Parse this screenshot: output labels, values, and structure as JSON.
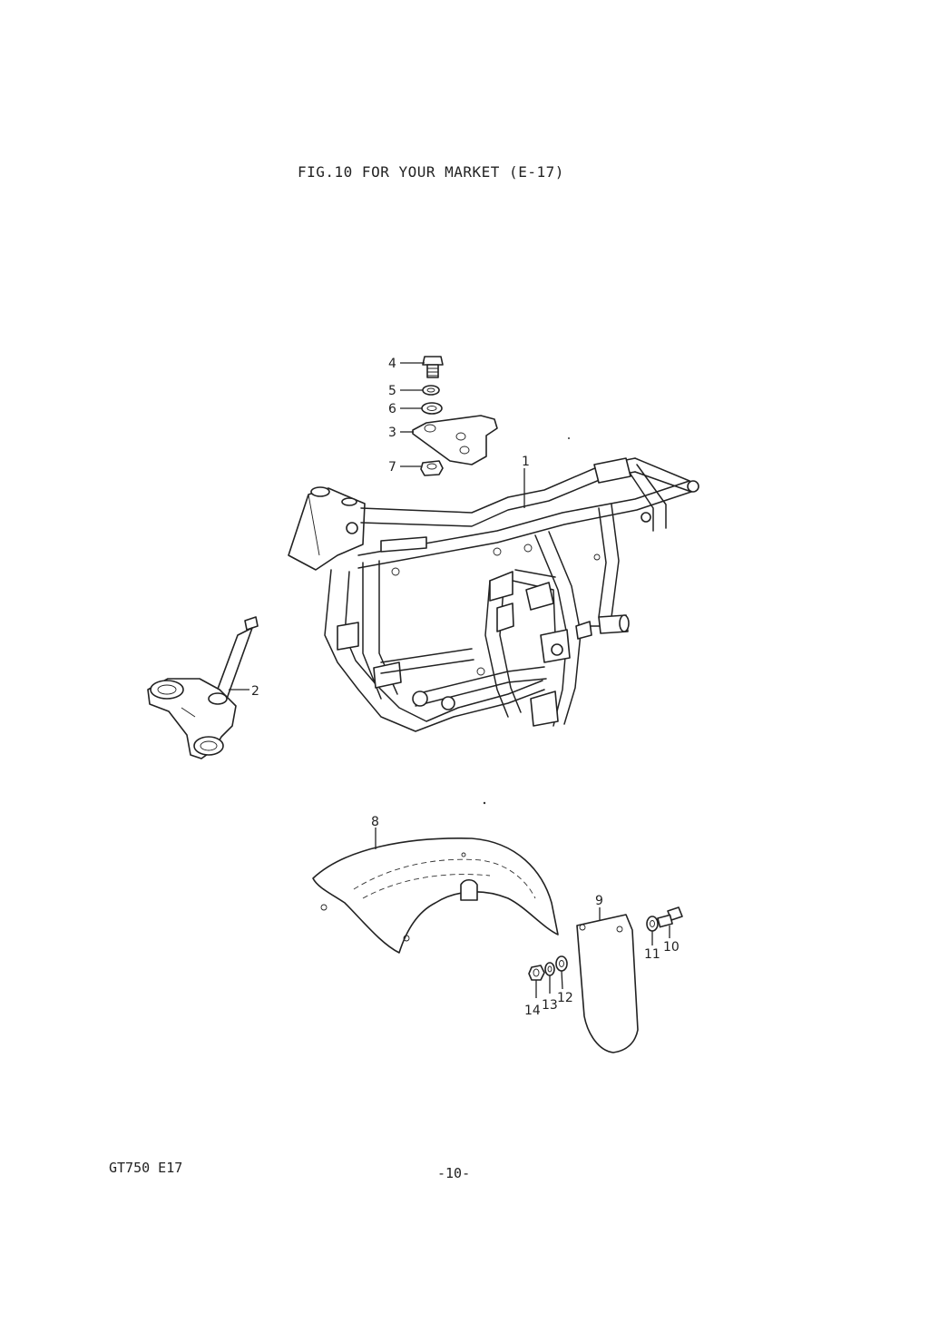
{
  "header": {
    "title": "FIG.10 FOR YOUR MARKET (E-17)"
  },
  "footer": {
    "model_code": "GT750 E17",
    "page_number": "-10-"
  },
  "callouts": {
    "c1": "1",
    "c2": "2",
    "c3": "3",
    "c4": "4",
    "c5": "5",
    "c6": "6",
    "c7": "7",
    "c8": "8",
    "c9": "9",
    "c10": "10",
    "c11": "11",
    "c12": "12",
    "c13": "13",
    "c14": "14"
  }
}
